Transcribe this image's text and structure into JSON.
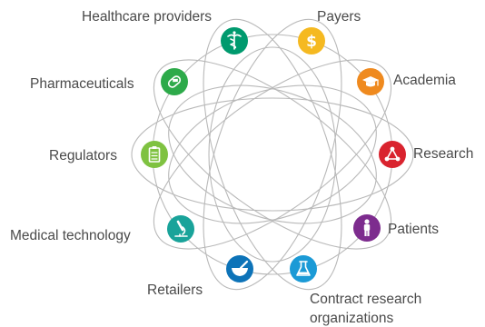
{
  "nodes": [
    {
      "id": "healthcare-providers",
      "label": "Healthcare providers",
      "color": "#009a6e",
      "icon": "caduceus-icon"
    },
    {
      "id": "payers",
      "label": "Payers",
      "color": "#f5b921",
      "icon": "dollar-icon"
    },
    {
      "id": "academia",
      "label": "Academia",
      "color": "#ef8a1f",
      "icon": "graduation-cap-icon"
    },
    {
      "id": "research",
      "label": "Research",
      "color": "#d9232e",
      "icon": "molecule-icon"
    },
    {
      "id": "patients",
      "label": "Patients",
      "color": "#7d2c8e",
      "icon": "person-icon"
    },
    {
      "id": "contract-research",
      "label": [
        "Contract research",
        "organizations"
      ],
      "color": "#1b9ad6",
      "icon": "flask-icon"
    },
    {
      "id": "retailers",
      "label": "Retailers",
      "color": "#0d73b8",
      "icon": "mortar-pestle-icon"
    },
    {
      "id": "medical-technology",
      "label": "Medical technology",
      "color": "#19a39a",
      "icon": "microscope-icon"
    },
    {
      "id": "regulators",
      "label": "Regulators",
      "color": "#7fc241",
      "icon": "clipboard-icon"
    },
    {
      "id": "pharmaceuticals",
      "label": "Pharmaceuticals",
      "color": "#2daa4a",
      "icon": "pill-icon"
    }
  ],
  "connector_color": "#b9b9b9"
}
